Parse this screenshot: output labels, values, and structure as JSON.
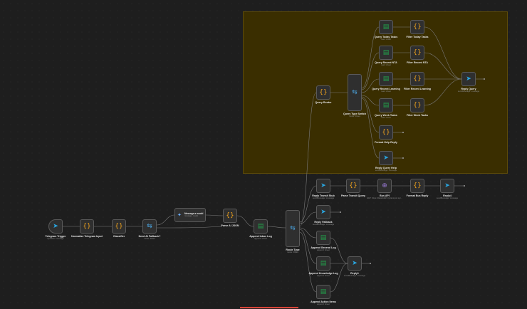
{
  "colors": {
    "canvas": "#1e1e1e",
    "sticky": "#3a2e00",
    "wire": "#7a7a7a",
    "accent_red": "#d9453a"
  },
  "nodes": {
    "telegram_trigger": {
      "label": "Telegram Trigger",
      "sub": "Updates: message",
      "icon": "telegram-icon"
    },
    "normalize_input": {
      "label": "Normalize Telegram Input",
      "icon": "code-icon"
    },
    "classifier": {
      "label": "Classifier",
      "icon": "code-icon"
    },
    "need_ai_fallback": {
      "label": "Need AI Fallback?",
      "sub": "mode: Rules",
      "icon": "switch-icon"
    },
    "message_model": {
      "label": "Message a model",
      "sub": "message: model",
      "icon": "ai-icon"
    },
    "parse_ai_json": {
      "label": "Parse AI JSON",
      "icon": "code-icon"
    },
    "append_inbox_log": {
      "label": "Append Inbox Log",
      "sub": "append: sheet",
      "icon": "sheet-icon"
    },
    "route_type": {
      "label": "Route Type",
      "sub": "mode: Rules",
      "icon": "switch-icon"
    },
    "query_router": {
      "label": "Query Router",
      "icon": "code-icon"
    },
    "query_type_switch": {
      "label": "Query Type Switch",
      "sub": "mode: Rules",
      "icon": "switch-icon"
    },
    "query_today_tasks": {
      "label": "Query Today Tasks",
      "sub": "read: sheet",
      "icon": "sheet-icon"
    },
    "filter_today_tasks": {
      "label": "Filter Today Tasks",
      "icon": "code-icon"
    },
    "query_recent_nta": {
      "label": "Query Recent NTA",
      "sub": "read: sheet",
      "icon": "sheet-icon"
    },
    "filter_recent_nta": {
      "label": "Filter Recent NTA",
      "icon": "code-icon"
    },
    "query_recent_learning": {
      "label": "Query Recent Learning",
      "sub": "read: sheet",
      "icon": "sheet-icon"
    },
    "filter_recent_learning": {
      "label": "Filter Recent Learning",
      "icon": "code-icon"
    },
    "query_week_tasks": {
      "label": "Query Week Tasks",
      "sub": "read: sheet",
      "icon": "sheet-icon"
    },
    "filter_week_tasks": {
      "label": "Filter Week Tasks",
      "icon": "code-icon"
    },
    "format_help_reply": {
      "label": "Format Help Reply",
      "icon": "code-icon"
    },
    "reply_query_help": {
      "label": "Reply Query Help",
      "sub": "sendMessage: message",
      "icon": "telegram-icon"
    },
    "reply_query": {
      "label": "Reply Query",
      "sub": "sendMessage: message",
      "icon": "telegram-icon"
    },
    "reply_transit_stub": {
      "label": "Reply Transit Stub",
      "sub": "sendMessage: message",
      "icon": "telegram-icon"
    },
    "parse_transit_query": {
      "label": "Parse Transit Query",
      "icon": "code-icon"
    },
    "bus_api": {
      "label": "Bus API",
      "sub": "GET: https://datamall2.mytransport.sg/...",
      "icon": "globe-icon"
    },
    "format_bus_reply": {
      "label": "Format Bus Reply",
      "icon": "code-icon"
    },
    "reply_bus": {
      "label": "Reply4",
      "sub": "sendMessage: message",
      "icon": "telegram-icon"
    },
    "reply_fallback": {
      "label": "Reply Fallback",
      "sub": "sendMessage: message",
      "icon": "telegram-icon"
    },
    "append_general_log": {
      "label": "Append General Log",
      "sub": "append: sheet",
      "icon": "sheet-icon"
    },
    "append_knowledge_log": {
      "label": "Append Knowledge Log",
      "sub": "append: sheet",
      "icon": "sheet-icon"
    },
    "reply1": {
      "label": "Reply1",
      "sub": "sendMessage: message",
      "icon": "telegram-icon"
    },
    "append_action_items": {
      "label": "Append Action Items",
      "sub": "append: sheet",
      "icon": "sheet-icon"
    }
  }
}
